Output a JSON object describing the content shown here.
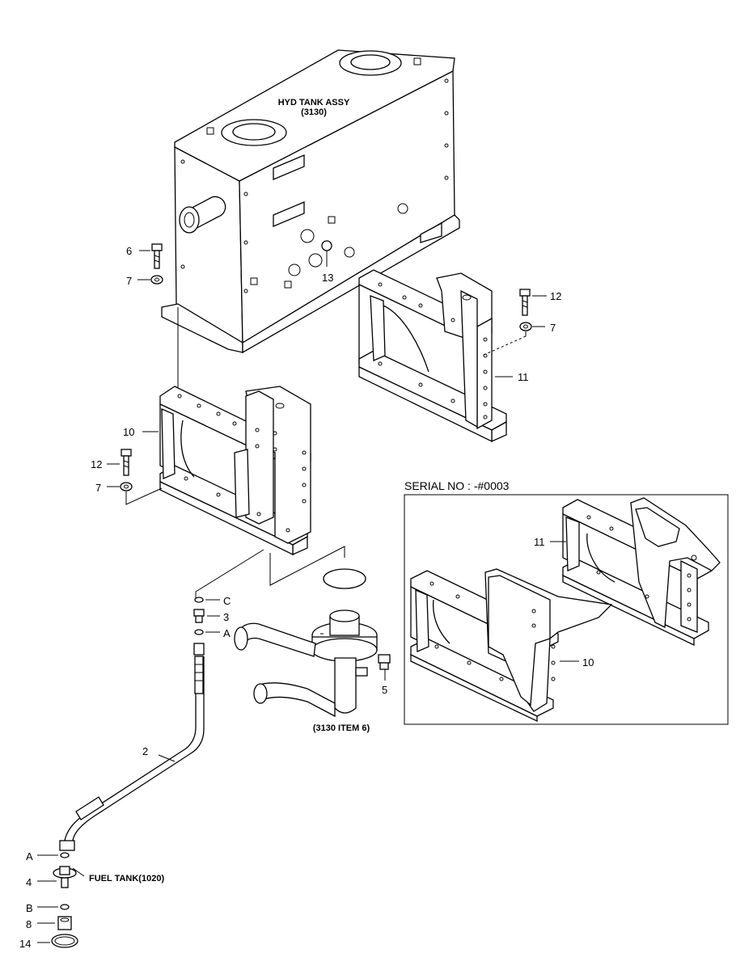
{
  "labels": {
    "hyd_tank_title": "HYD TANK ASSY",
    "hyd_tank_ref": "(3130)",
    "item_6": "6",
    "item_7": "7",
    "item_13": "13",
    "item_12": "12",
    "item_11": "11",
    "item_10": "10",
    "item_c": "C",
    "item_3": "3",
    "item_a": "A",
    "item_5": "5",
    "item_ref_3130": "(3130 ITEM 6)",
    "item_2": "2",
    "item_4": "4",
    "item_b": "B",
    "item_8": "8",
    "item_14": "14",
    "fuel_tank": "FUEL TANK(1020)",
    "serial": "SERIAL NO : -#0003"
  }
}
